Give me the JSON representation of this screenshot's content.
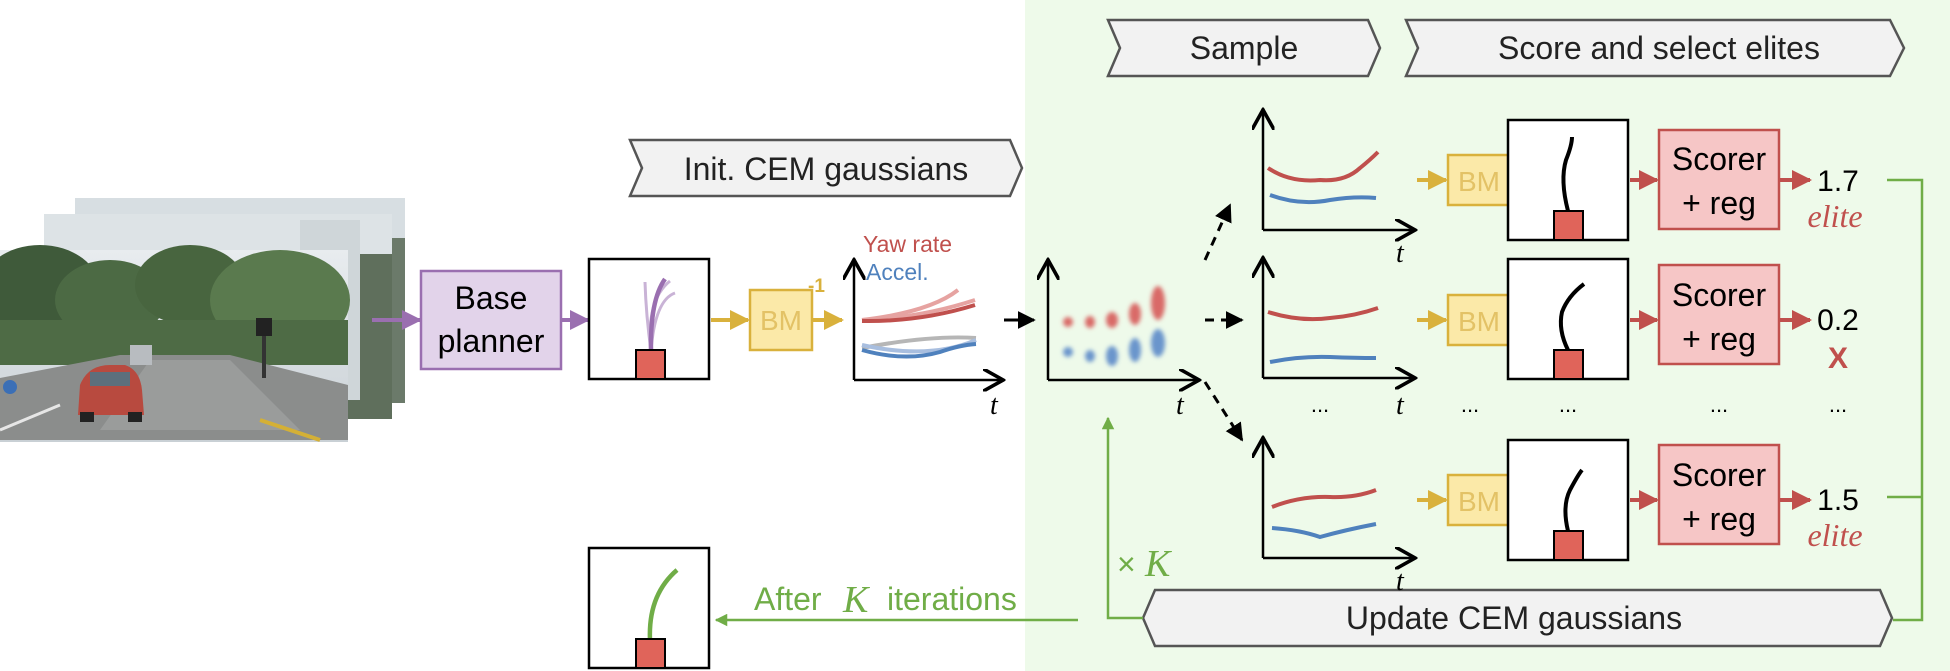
{
  "banners": {
    "init": "Init. CEM gaussians",
    "sample": "Sample",
    "score": "Score and select elites",
    "update": "Update CEM gaussians"
  },
  "base_planner": {
    "line1": "Base",
    "line2": "planner"
  },
  "bm": {
    "label": "BM",
    "inverse_exp": "-1"
  },
  "legend": {
    "yaw": "Yaw rate",
    "accel": "Accel."
  },
  "axis": {
    "t": "t"
  },
  "scorer": {
    "line1": "Scorer",
    "line2": "+ reg"
  },
  "scores": [
    "1.7",
    "0.2",
    "1.5"
  ],
  "score_tags": [
    "elite",
    "X",
    "elite"
  ],
  "ellipsis": "...",
  "loop": {
    "times": "×",
    "K": "K"
  },
  "after": {
    "pre": "After",
    "K": "K",
    "post": "iterations"
  },
  "colors": {
    "purple": "#9a6fb0",
    "purple_fill": "#e2d3ea",
    "bm_yellow": "#d9b13c",
    "bm_fill": "#fbe9a8",
    "red": "#c0504d",
    "blue": "#4f81bd",
    "green": "#70ad47",
    "green_bg": "#eefaea",
    "scorer_fill": "#f6c6c6",
    "ego_red": "#e0645a",
    "banner_fill": "#f2f2f2"
  }
}
